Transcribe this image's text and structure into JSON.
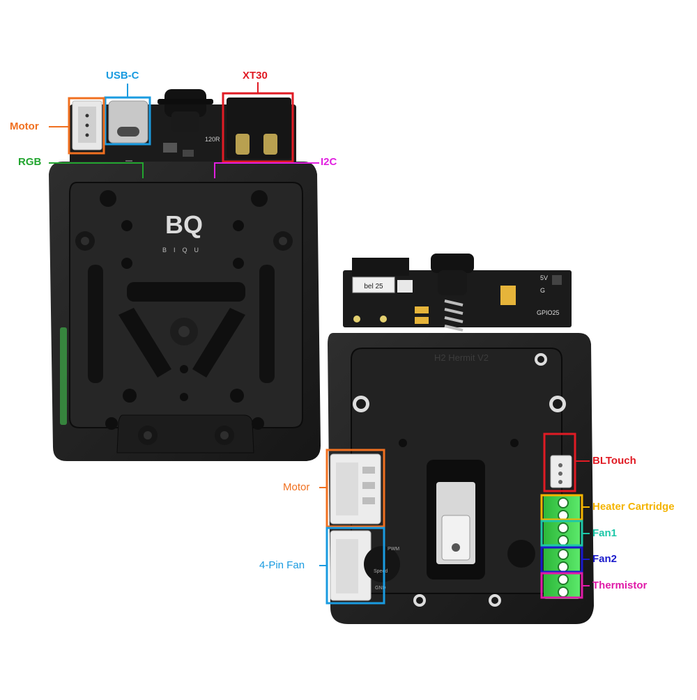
{
  "board_text": {
    "brand_logo": "BQ",
    "brand_name": "BIQU",
    "resistor_code": "120R",
    "sticker_code": "bel 25",
    "pin_5v": "5V",
    "pin_g": "G",
    "pin_gpio": "GPIO25",
    "model_text": "H2 Hermit V2",
    "fan_pin_pwm": "PWM",
    "fan_pin_speed": "Speed",
    "fan_pin_gnd": "GND"
  },
  "callouts": {
    "usbc": {
      "label": "USB-C",
      "color": "#1a9be0"
    },
    "xt30": {
      "label": "XT30",
      "color": "#e01b24"
    },
    "motor_top": {
      "label": "Motor",
      "color": "#f07020"
    },
    "rgb": {
      "label": "RGB",
      "color": "#22a52f"
    },
    "i2c": {
      "label": "I2C",
      "color": "#e11fe0"
    },
    "bltouch": {
      "label": "BLTouch",
      "color": "#e01b24"
    },
    "heater": {
      "label": "Heater Cartridge",
      "color": "#f4b400"
    },
    "fan1": {
      "label": "Fan1",
      "color": "#1dc7a8"
    },
    "fan2": {
      "label": "Fan2",
      "color": "#1a1acb"
    },
    "thermistor": {
      "label": "Thermistor",
      "color": "#e01ba8"
    },
    "motor_bottom": {
      "label": "Motor",
      "color": "#f07020"
    },
    "fan4pin": {
      "label": "4-Pin Fan",
      "color": "#1a9be0"
    }
  },
  "colors": {
    "body": "#242424",
    "body_dark": "#141414",
    "pcb": "#1b1b1b",
    "terminal_green": "#3fd94f",
    "connector_white": "#ececec"
  },
  "icons": [
    "thumb-knob-icon",
    "screw-icon",
    "spring-icon",
    "biqu-logo-icon"
  ]
}
